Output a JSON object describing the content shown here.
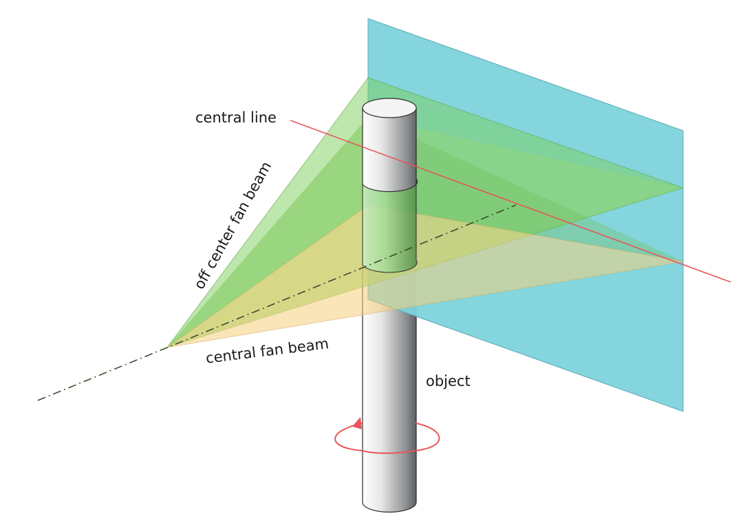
{
  "labels": {
    "central_line": "central line",
    "off_center_fan_beam": "off center fan beam",
    "central_fan_beam": "central fan beam",
    "object": "object"
  },
  "colors": {
    "detector": "#7dd3dc",
    "off_center_beam": "#7ccf5a",
    "central_beam": "#f6cf7e",
    "central_line": "#e8555c",
    "rotation_arrow": "#e8555c",
    "object_light": "#ffffff",
    "object_dark": "#5d5f62",
    "axis_dash": "#3c4a2e"
  },
  "icons": {
    "rotation": "rotation-arrow-icon"
  }
}
